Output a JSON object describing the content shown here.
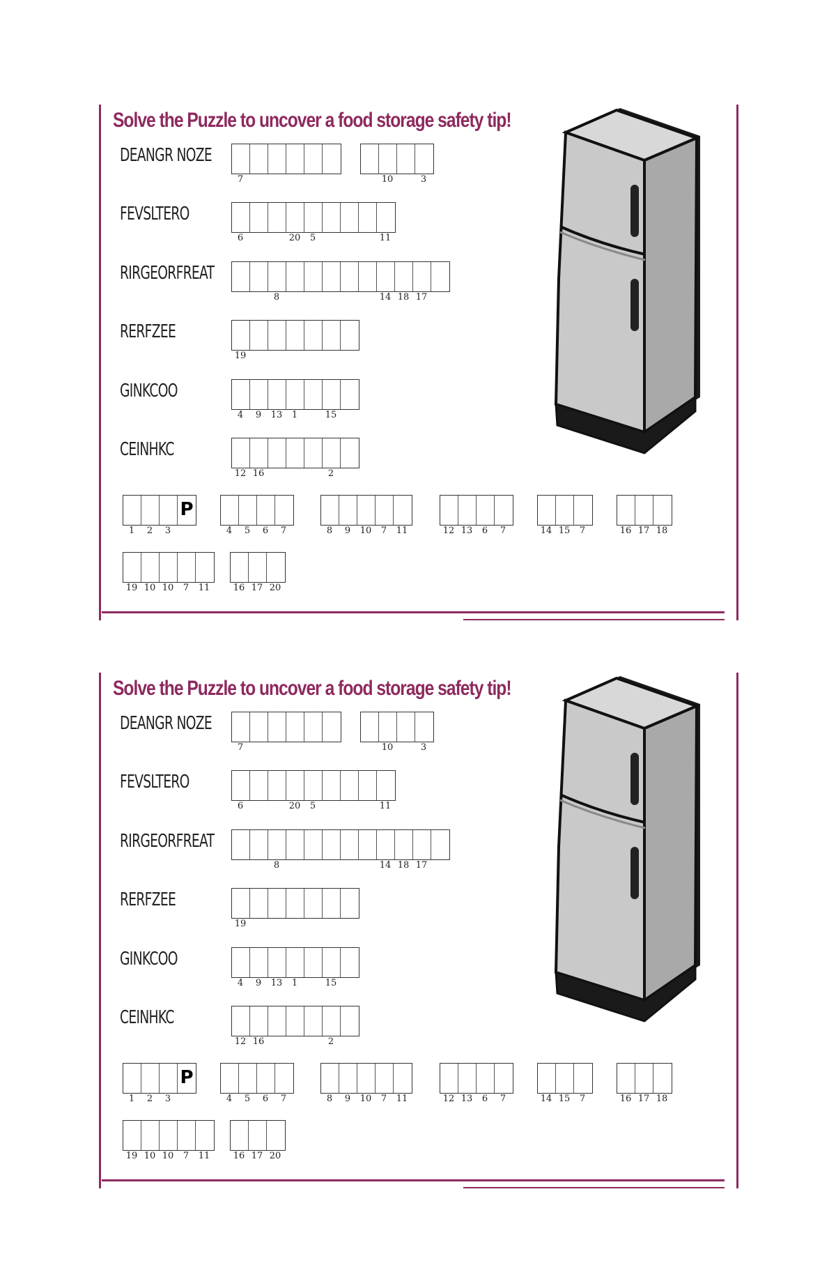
{
  "cards": [
    {
      "title": "Solve the Puzzle to uncover a food storage safety tip!",
      "words": [
        {
          "scramble": "DEANGR NOZE",
          "groups": [
            {
              "boxes": 6,
              "nums": {
                "0": "7"
              }
            },
            {
              "boxes": 4,
              "nums": {
                "1": "10",
                "3": "3"
              }
            }
          ]
        },
        {
          "scramble": "FEVSLTERO",
          "groups": [
            {
              "boxes": 9,
              "nums": {
                "0": "6",
                "3": "20",
                "4": "5",
                "8": "11"
              }
            }
          ]
        },
        {
          "scramble": "RIRGEORFREAT",
          "groups": [
            {
              "boxes": 12,
              "nums": {
                "2": "8",
                "8": "14",
                "9": "18",
                "10": "17"
              }
            }
          ]
        },
        {
          "scramble": "RERFZEE",
          "groups": [
            {
              "boxes": 7,
              "nums": {
                "0": "19"
              }
            }
          ]
        },
        {
          "scramble": "GINKCOO",
          "groups": [
            {
              "boxes": 7,
              "nums": {
                "0": "4",
                "1": "9",
                "2": "13",
                "3": "1",
                "5": "15"
              }
            }
          ]
        },
        {
          "scramble": "CEINHKC",
          "groups": [
            {
              "boxes": 7,
              "nums": {
                "0": "12",
                "1": "16",
                "5": "2"
              }
            }
          ]
        }
      ],
      "answer_row1": [
        {
          "boxes": 4,
          "letters": {
            "3": "P"
          },
          "nums": [
            "1",
            "2",
            "3",
            ""
          ]
        },
        {
          "boxes": 4,
          "nums": [
            "4",
            "5",
            "6",
            "7"
          ]
        },
        {
          "boxes": 5,
          "nums": [
            "8",
            "9",
            "10",
            "7",
            "11"
          ]
        },
        {
          "boxes": 4,
          "nums": [
            "12",
            "13",
            "6",
            "7"
          ]
        },
        {
          "boxes": 3,
          "nums": [
            "14",
            "15",
            "7"
          ]
        },
        {
          "boxes": 3,
          "nums": [
            "16",
            "17",
            "18"
          ]
        }
      ],
      "answer_row2": [
        {
          "boxes": 5,
          "nums": [
            "19",
            "10",
            "10",
            "7",
            "11"
          ]
        },
        {
          "boxes": 3,
          "nums": [
            "16",
            "17",
            "20"
          ]
        }
      ]
    },
    {
      "title": "Solve the Puzzle to uncover a food storage safety tip!",
      "words": [
        {
          "scramble": "DEANGR NOZE",
          "groups": [
            {
              "boxes": 6,
              "nums": {
                "0": "7"
              }
            },
            {
              "boxes": 4,
              "nums": {
                "1": "10",
                "3": "3"
              }
            }
          ]
        },
        {
          "scramble": "FEVSLTERO",
          "groups": [
            {
              "boxes": 9,
              "nums": {
                "0": "6",
                "3": "20",
                "4": "5",
                "8": "11"
              }
            }
          ]
        },
        {
          "scramble": "RIRGEORFREAT",
          "groups": [
            {
              "boxes": 12,
              "nums": {
                "2": "8",
                "8": "14",
                "9": "18",
                "10": "17"
              }
            }
          ]
        },
        {
          "scramble": "RERFZEE",
          "groups": [
            {
              "boxes": 7,
              "nums": {
                "0": "19"
              }
            }
          ]
        },
        {
          "scramble": "GINKCOO",
          "groups": [
            {
              "boxes": 7,
              "nums": {
                "0": "4",
                "1": "9",
                "2": "13",
                "3": "1",
                "5": "15"
              }
            }
          ]
        },
        {
          "scramble": "CEINHKC",
          "groups": [
            {
              "boxes": 7,
              "nums": {
                "0": "12",
                "1": "16",
                "5": "2"
              }
            }
          ]
        }
      ],
      "answer_row1": [
        {
          "boxes": 4,
          "letters": {
            "3": "P"
          },
          "nums": [
            "1",
            "2",
            "3",
            ""
          ]
        },
        {
          "boxes": 4,
          "nums": [
            "4",
            "5",
            "6",
            "7"
          ]
        },
        {
          "boxes": 5,
          "nums": [
            "8",
            "9",
            "10",
            "7",
            "11"
          ]
        },
        {
          "boxes": 4,
          "nums": [
            "12",
            "13",
            "6",
            "7"
          ]
        },
        {
          "boxes": 3,
          "nums": [
            "14",
            "15",
            "7"
          ]
        },
        {
          "boxes": 3,
          "nums": [
            "16",
            "17",
            "18"
          ]
        }
      ],
      "answer_row2": [
        {
          "boxes": 5,
          "nums": [
            "19",
            "10",
            "10",
            "7",
            "11"
          ]
        },
        {
          "boxes": 3,
          "nums": [
            "16",
            "17",
            "20"
          ]
        }
      ]
    }
  ],
  "colors": {
    "accent": "#8e2a5e",
    "fridge_body": "#c9c9c9",
    "fridge_side": "#a9a9a9",
    "fridge_base": "#1a1a1a"
  }
}
